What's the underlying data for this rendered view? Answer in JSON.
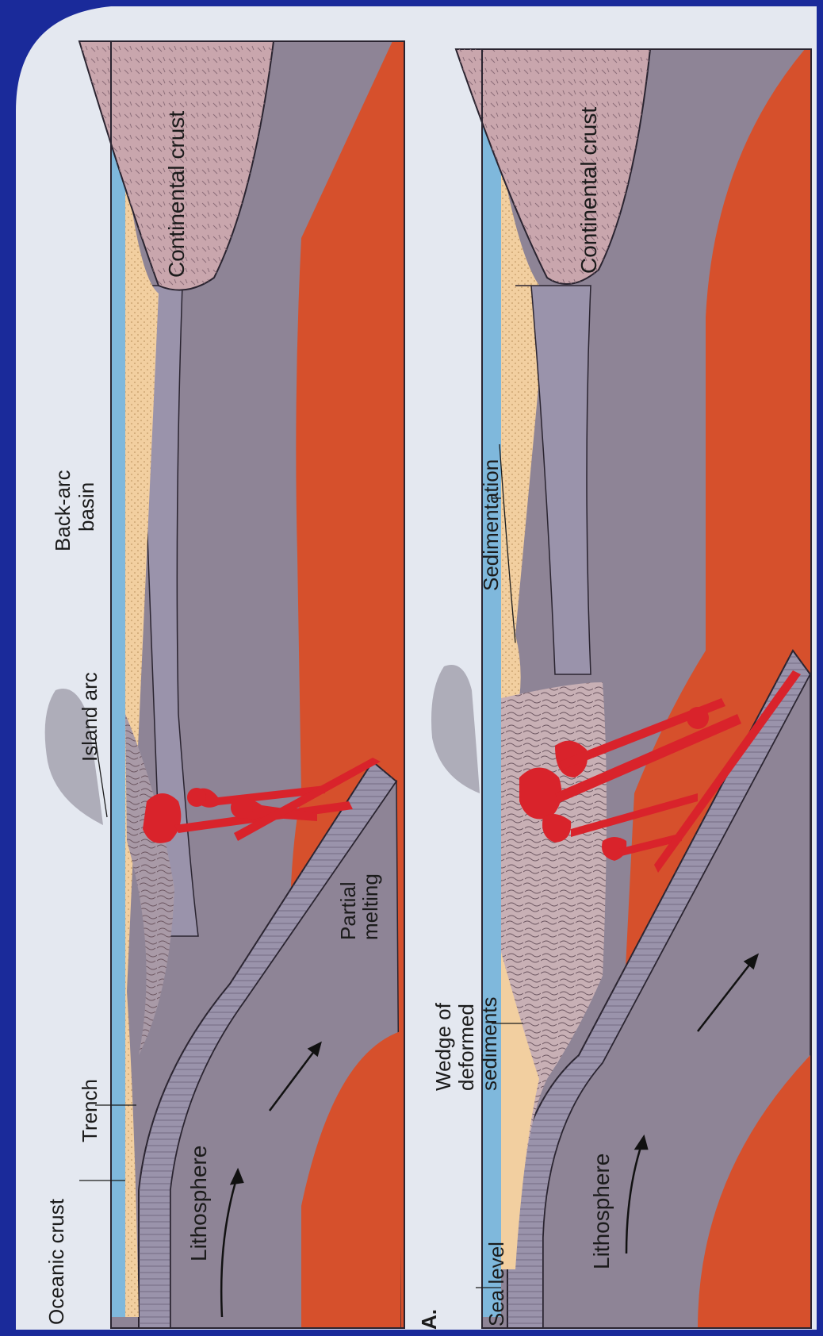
{
  "figure": {
    "panel_a": {
      "panel_letter": "A.",
      "labels": {
        "oceanic_crust": "Oceanic crust",
        "trench": "Trench",
        "lithosphere": "Lithosphere",
        "island_arc": "Island arc",
        "back_arc_basin_line1": "Back-arc",
        "back_arc_basin_line2": "basin",
        "continental_crust": "Continental crust",
        "partial_melting_line1": "Partial",
        "partial_melting_line2": "melting"
      }
    },
    "panel_b": {
      "labels": {
        "sea_level": "Sea level",
        "lithosphere": "Lithosphere",
        "wedge_line1": "Wedge of",
        "wedge_line2": "deformed",
        "wedge_line3": "sediments",
        "sedimentation": "Sedimentation",
        "continental_crust": "Continental crust"
      }
    },
    "colors": {
      "frame": "#1a2a9a",
      "paper": "#e4e8f0",
      "ocean": "#7fb8dc",
      "sediment": "#f2cfa0",
      "crust_slab": "#9a93ab",
      "lithosphere": "#8e8496",
      "continental": "#c9a6ad",
      "asthenosphere": "#d6502c",
      "magma": "#d9232b"
    }
  }
}
